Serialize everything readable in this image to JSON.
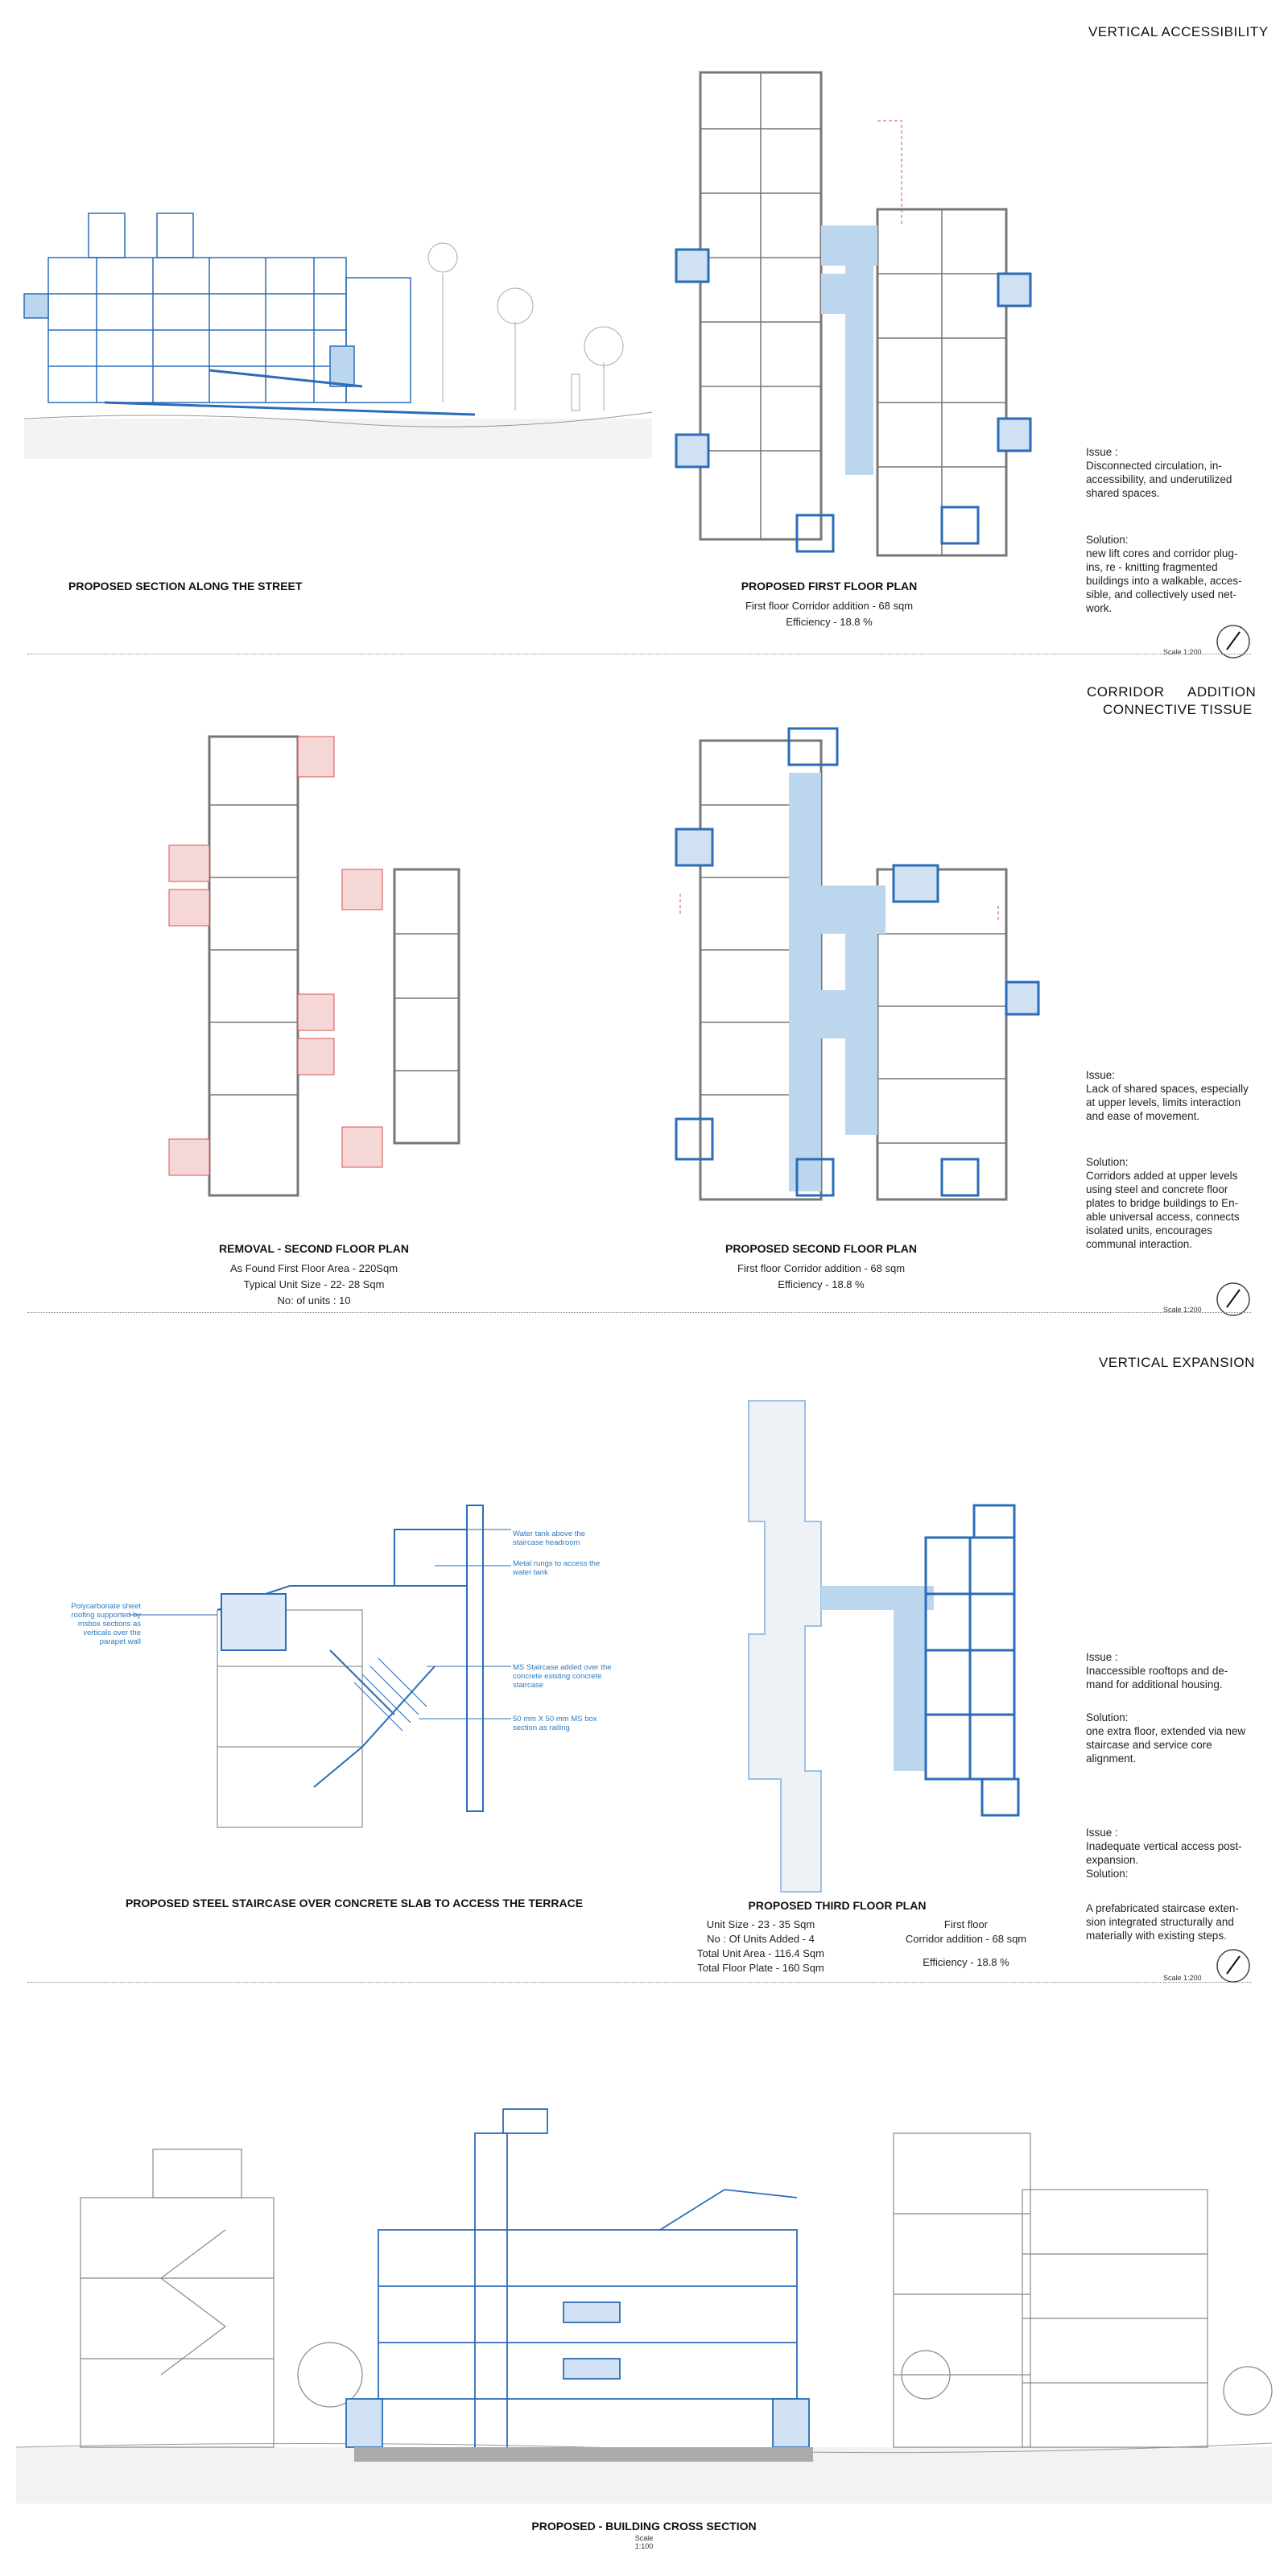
{
  "section1": {
    "title": "VERTICAL ACCESSIBILITY",
    "street_section_caption": "PROPOSED SECTION ALONG THE STREET",
    "plan_caption": "PROPOSED  FIRST FLOOR PLAN",
    "plan_line1": "First floor  Corridor addition - 68 sqm",
    "plan_line2": "Efficiency - 18.8 %",
    "issue_label": "Issue :",
    "issue_text": "Disconnected circulation, in-accessibility, and underutilized shared spaces.",
    "solution_label": "Solution:",
    "solution_text": "new lift cores and corridor plug-ins, re - knitting fragmented buildings into a walkable, acces-sible, and collectively used net-work.",
    "scale": "Scale 1:200"
  },
  "section2": {
    "title_line1a": "CORRIDOR",
    "title_line1b": "ADDITION",
    "title_line2": "CONNECTIVE TISSUE",
    "removal_caption": "REMOVAL - SECOND FLOOR PLAN",
    "removal_line1": "As Found First Floor Area - 220Sqm",
    "removal_line2": "Typical Unit Size - 22- 28 Sqm",
    "removal_line3": "No: of units : 10",
    "plan_caption": "PROPOSED SECOND FLOOR PLAN",
    "plan_line1": "First floor  Corridor addition - 68 sqm",
    "plan_line2": "Efficiency - 18.8 %",
    "issue_label": "Issue:",
    "issue_text": "Lack of shared spaces, especially at upper levels, limits interaction and ease of movement.",
    "solution_label": "Solution:",
    "solution_text": "Corridors added at upper levels using steel and concrete floor plates to bridge buildings to En-able universal access, connects isolated units, encourages communal interaction.",
    "scale": "Scale 1:200"
  },
  "section3": {
    "title": "VERTICAL EXPANSION",
    "stair_caption": "PROPOSED STEEL STAIRCASE OVER CONCRETE SLAB TO ACCESS THE TERRACE",
    "annot_left": "Polycarbonate sheet roofing supported by msbox sections as verticals over the parapet wall",
    "annot_r1": "Water tank above the staircase headroom",
    "annot_r2": "Metal rungs to access the water tank",
    "annot_r3": "MS Staircase added over the concrete existing concrete staircase",
    "annot_r4": "50 mm X 50 mm MS box section as railing",
    "plan_caption": "PROPOSED  THIRD FLOOR PLAN",
    "stats_left": [
      "Unit Size - 23 - 35 Sqm",
      "No : Of Units Added - 4",
      "Total Unit Area - 116.4 Sqm",
      "Total Floor Plate - 160 Sqm"
    ],
    "stats_right1": "First floor",
    "stats_right2": "Corridor addition - 68 sqm",
    "stats_right3": "Efficiency - 18.8 %",
    "issue1_label": "Issue :",
    "issue1_text": "Inaccessible rooftops and de-mand for additional housing.",
    "solution1_label": "Solution:",
    "solution1_text": "one extra floor, extended via new staircase and service core alignment.",
    "issue2_label": "Issue :",
    "issue2_text": "Inadequate vertical access post-expansion.",
    "solution2_label": "Solution:",
    "solution2_text": "A prefabricated staircase exten-sion integrated structurally and materially with existing steps.",
    "scale": "Scale 1:200"
  },
  "section4": {
    "caption": "PROPOSED - BUILDING CROSS SECTION",
    "scale": "Scale 1:100"
  },
  "colors": {
    "blue": "#2b6cb8",
    "light_blue": "#bcd6ee",
    "grey": "#888888",
    "red": "#d9534f",
    "pink": "#f6d7d7"
  }
}
